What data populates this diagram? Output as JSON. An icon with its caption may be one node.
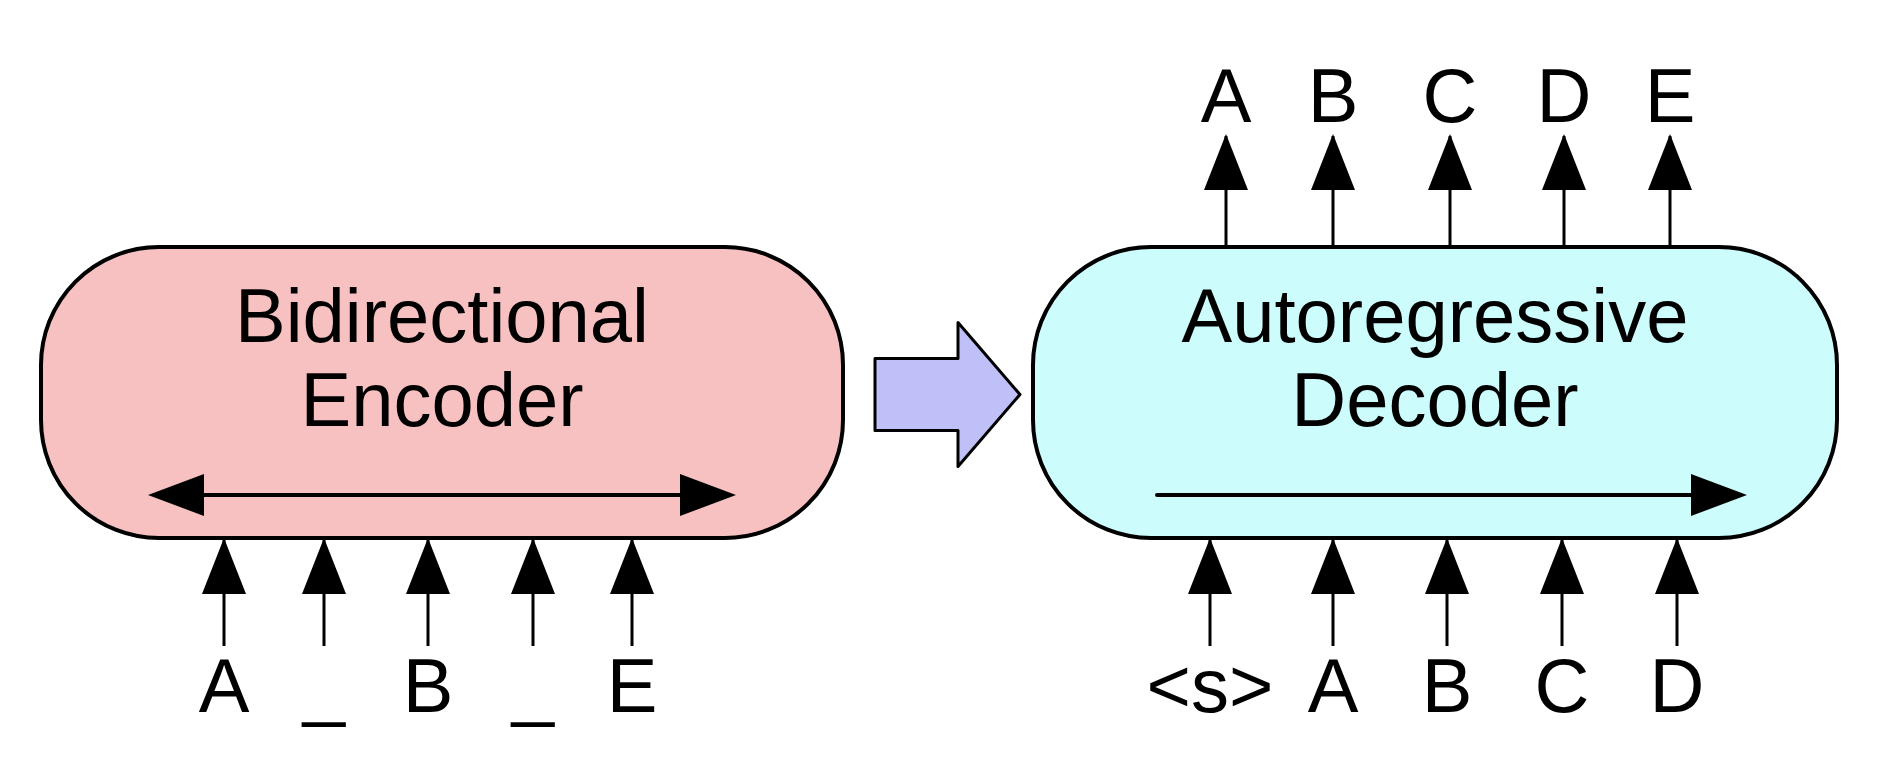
{
  "diagram": {
    "nodes": [
      {
        "text": [
          "Bidirectional Encoder"
        ]
      },
      {
        "text": [
          "Autoregressive Decoder"
        ]
      },
      {
        "text": [
          "A"
        ]
      },
      {
        "text": [
          "_"
        ]
      },
      {
        "text": [
          "B"
        ]
      },
      {
        "text": [
          "_"
        ]
      },
      {
        "text": [
          "E"
        ]
      },
      {
        "text": [
          "<s>"
        ]
      },
      {
        "text": [
          "A"
        ]
      },
      {
        "text": [
          "B"
        ]
      },
      {
        "text": [
          "C"
        ]
      },
      {
        "text": [
          "D"
        ]
      },
      {
        "text": [
          "A"
        ]
      },
      {
        "text": [
          "B"
        ]
      },
      {
        "text": [
          "C"
        ]
      },
      {
        "text": [
          "D"
        ]
      },
      {
        "text": [
          "E"
        ]
      }
    ],
    "edges": [
      {
        "from": 0,
        "to": 1,
        "arrow": "to",
        "style": "thick",
        "color": "#c0c0f8"
      },
      {
        "from": 2,
        "to": 0,
        "arrow": "to"
      },
      {
        "from": 3,
        "to": 0,
        "arrow": "to"
      },
      {
        "from": 4,
        "to": 0,
        "arrow": "to"
      },
      {
        "from": 5,
        "to": 0,
        "arrow": "to"
      },
      {
        "from": 6,
        "to": 0,
        "arrow": "to"
      },
      {
        "from": 7,
        "to": 1,
        "arrow": "to"
      },
      {
        "from": 8,
        "to": 1,
        "arrow": "to"
      },
      {
        "from": 9,
        "to": 1,
        "arrow": "to"
      },
      {
        "from": 10,
        "to": 1,
        "arrow": "to"
      },
      {
        "from": 11,
        "to": 1,
        "arrow": "to"
      },
      {
        "from": 1,
        "to": 12,
        "arrow": "to"
      },
      {
        "from": 1,
        "to": 13,
        "arrow": "to"
      },
      {
        "from": 1,
        "to": 14,
        "arrow": "to"
      },
      {
        "from": 1,
        "to": 15,
        "arrow": "to"
      },
      {
        "from": 1,
        "to": 16,
        "arrow": "to"
      }
    ]
  }
}
